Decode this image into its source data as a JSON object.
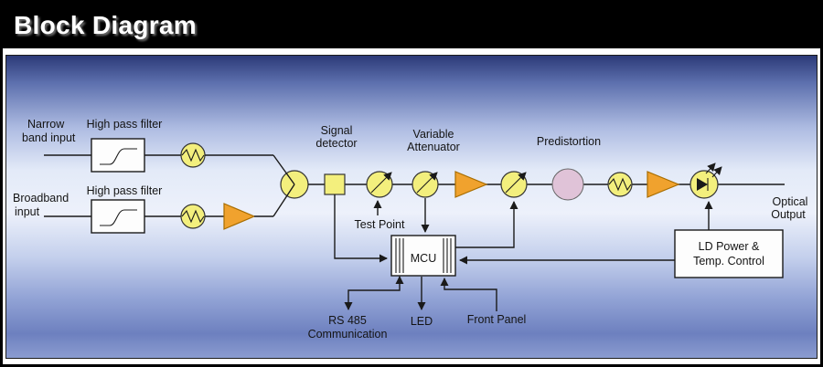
{
  "title": "Block Diagram",
  "colors": {
    "title_bg": "#000000",
    "title_fg": "#ffffff",
    "component_yellow": "#f3ef7d",
    "amp_orange": "#f0a22e",
    "amp_orange_stroke": "#a86d00",
    "predistortion_pink": "#e0c3d8",
    "box_white": "#fdfdfd",
    "line_color": "#1a1a1a",
    "panel_top": "#2c3a78",
    "panel_mid": "#edf1fb",
    "panel_bottom": "#8b9cd0"
  },
  "diagram": {
    "labels": {
      "narrow_1": "Narrow",
      "narrow_2": "band input",
      "hpf_top": "High pass filter",
      "hpf_bottom": "High pass filter",
      "broadband_1": "Broadband",
      "broadband_2": "input",
      "signal_1": "Signal",
      "signal_2": "detector",
      "test_point": "Test Point",
      "va_1": "Variable",
      "va_2": "Attenuator",
      "predistortion": "Predistortion",
      "optical_1": "Optical",
      "optical_2": "Output",
      "mcu": "MCU",
      "ld_1": "LD Power &",
      "ld_2": "Temp. Control",
      "rs485_1": "RS 485",
      "rs485_2": "Communication",
      "led": "LED",
      "front_panel": "Front Panel"
    },
    "icons": {
      "high_pass_filter": "step-response-curve",
      "attenuator": "resistor-zigzag",
      "amplifier": "triangle-right",
      "combiner": "signal-combiner-circle",
      "variable_attenuator": "circle-diagonal-arrow",
      "predistortion": "plain-circle",
      "laser_diode": "diode-with-emission-arrows",
      "signal_detector": "square-tap"
    }
  }
}
